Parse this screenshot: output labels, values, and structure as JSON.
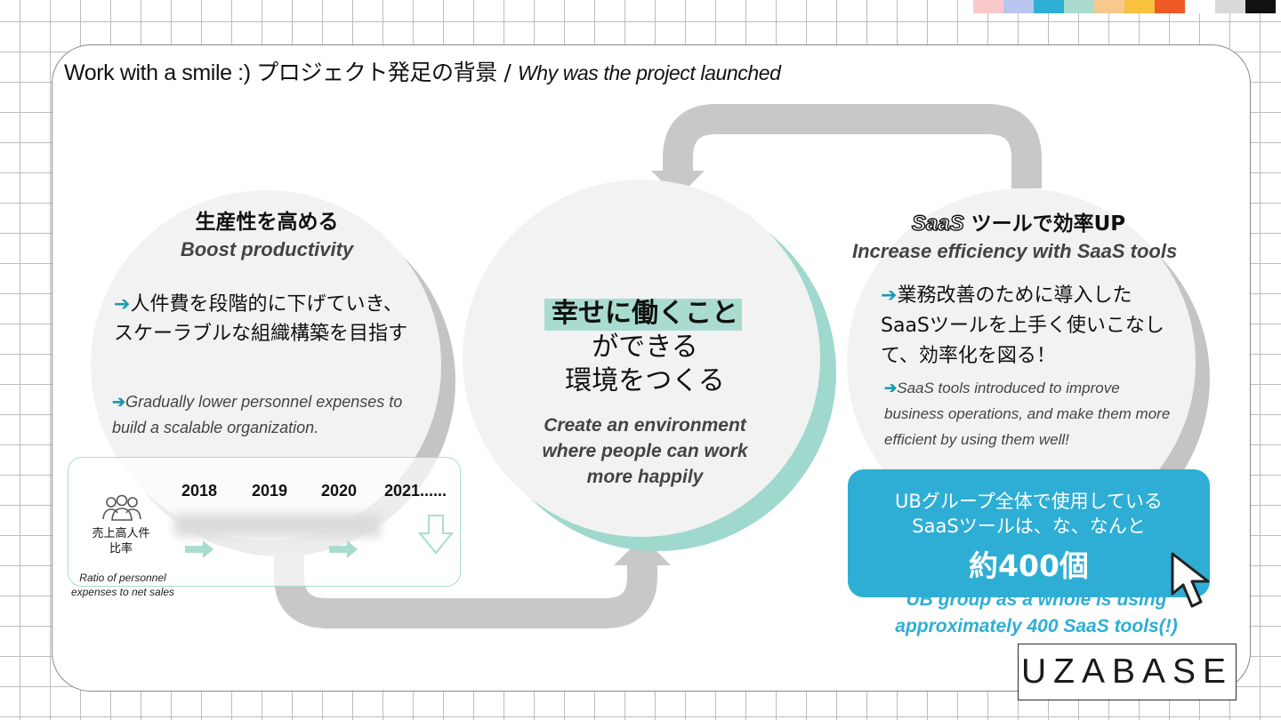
{
  "header": {
    "title_en": "Work with a smile :) ",
    "title_jp": "プロジェクト発足の背景 / ",
    "title_en_italic": "Why was the project launched"
  },
  "swatch_colors": [
    "#f9c9c9",
    "#b8c6f0",
    "#2eaed4",
    "#a9dccf",
    "#f7c98c",
    "#f8c13e",
    "#ee5a24",
    "#ffffff",
    "#d9d9d9",
    "#111111"
  ],
  "left_circle": {
    "title": "生産性を高める",
    "subtitle": "Boost productivity",
    "jp_body": "人件費を段階的に下げていき、スケーラブルな組織構築を目指す",
    "en_body": "Gradually lower personnel expenses to build a scalable organization."
  },
  "ratio_table": {
    "years": [
      "2018",
      "2019",
      "2020",
      "2021......"
    ],
    "row_label_jp_1": "売上高人件",
    "row_label_jp_2": "比率",
    "row_label_en": "Ratio of personnel expenses to net sales",
    "icon": "people-group-icon",
    "trend_icon": "down-arrow-outline-icon"
  },
  "center_circle": {
    "jp_line1": "幸せに働くこと",
    "jp_line2": "ができる",
    "jp_line3": "環境をつくる",
    "en_body": "Create an environment where people can work more happily"
  },
  "right_circle": {
    "logo_text": "SaaS",
    "title": "ツールで効率UP",
    "subtitle": "Increase efficiency with SaaS tools",
    "jp_body": "業務改善のために導入したSaaSツールを上手く使いこなして、効率化を図る！",
    "en_body": "SaaS tools introduced to improve business operations, and make them more efficient by using them well!"
  },
  "callout": {
    "jp_line1": "UBグループ全体で使用している",
    "jp_line2": "SaaSツールは、な、なんと",
    "jp_big": "約400個",
    "en_line": "UB group as a whole is using approximately 400 SaaS tools(!)",
    "cursor_icon": "mouse-cursor-icon"
  },
  "brand": {
    "logo": "UZABASE"
  },
  "colors": {
    "teal_accent": "#a9dccf",
    "blue_accent": "#2eaed4",
    "arrow_teal": "#1a9bb1",
    "cycle_gray": "#c8c8c8"
  }
}
